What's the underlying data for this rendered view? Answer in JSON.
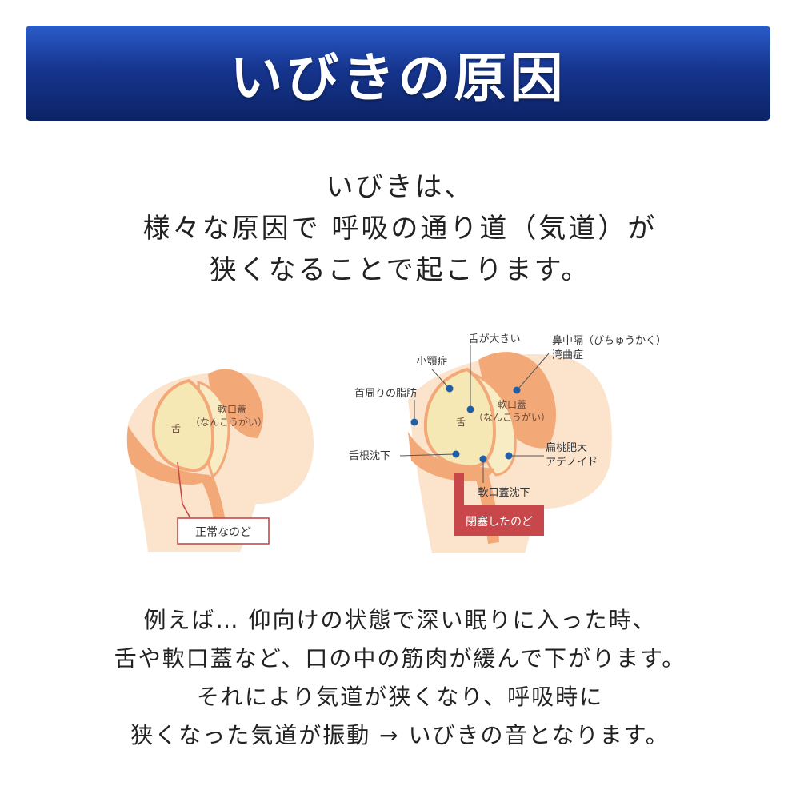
{
  "banner": {
    "title": "いびきの原因"
  },
  "intro": {
    "lines": [
      "いびきは、",
      "様々な原因で 呼吸の通り道（気道）が",
      "狭くなることで起こります。"
    ]
  },
  "diagram_normal": {
    "tongue_label": "舌",
    "palate_label_1": "軟口蓋",
    "palate_label_2": "（なんこうがい）",
    "caption": "正常なのど"
  },
  "diagram_blocked": {
    "tongue_label": "舌",
    "palate_label_1": "軟口蓋",
    "palate_label_2": "（なんこうがい）",
    "big_tongue": "舌が大きい",
    "septum_1": "鼻中隔（びちゅうかく）",
    "septum_2": "湾曲症",
    "small_jaw": "小顎症",
    "neck_fat": "首周りの脂肪",
    "tongue_root": "舌根沈下",
    "tonsil_1": "扁桃肥大",
    "tonsil_2": "アデノイド",
    "palate_sink": "軟口蓋沈下",
    "caption": "閉塞したのど"
  },
  "outro": {
    "lines": [
      "例えば… 仰向けの状態で深い眠りに入った時、",
      "舌や軟口蓋など、口の中の筋肉が緩んで下がります。",
      "それにより気道が狭くなり、呼吸時に",
      "狭くなった気道が振動 → いびきの音となります。"
    ]
  },
  "colors": {
    "banner_dark": "#0c2366",
    "banner_light": "#2a5cc9",
    "skin": "#fbe3cc",
    "tissue": "#f3a878",
    "tongue": "#f6e8b5",
    "marker": "#1f5fa6",
    "caption_red": "#c8474a"
  }
}
